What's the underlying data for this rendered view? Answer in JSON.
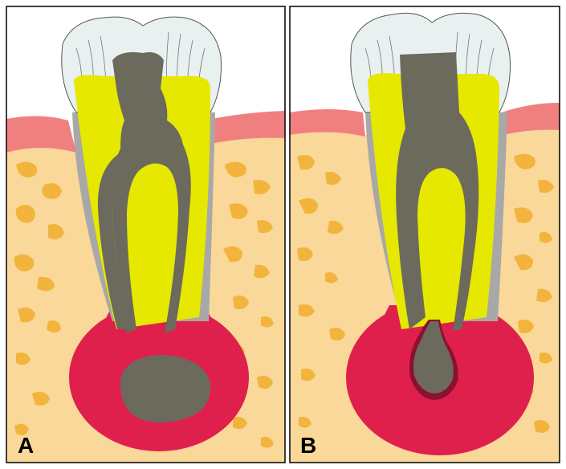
{
  "panels": [
    {
      "id": "A",
      "label": "A"
    },
    {
      "id": "B",
      "label": "B"
    }
  ],
  "colors": {
    "enamel": "#e8f0f0",
    "dentin": "#e6e800",
    "filling": "#6b6a5c",
    "gum": "#f08080",
    "bone": "#f9d89a",
    "trabecula": "#f2b43c",
    "lesion": "#e0204c",
    "lesion_rim": "#8c1030",
    "cementum": "#a8a8a8",
    "border": "#000000"
  }
}
